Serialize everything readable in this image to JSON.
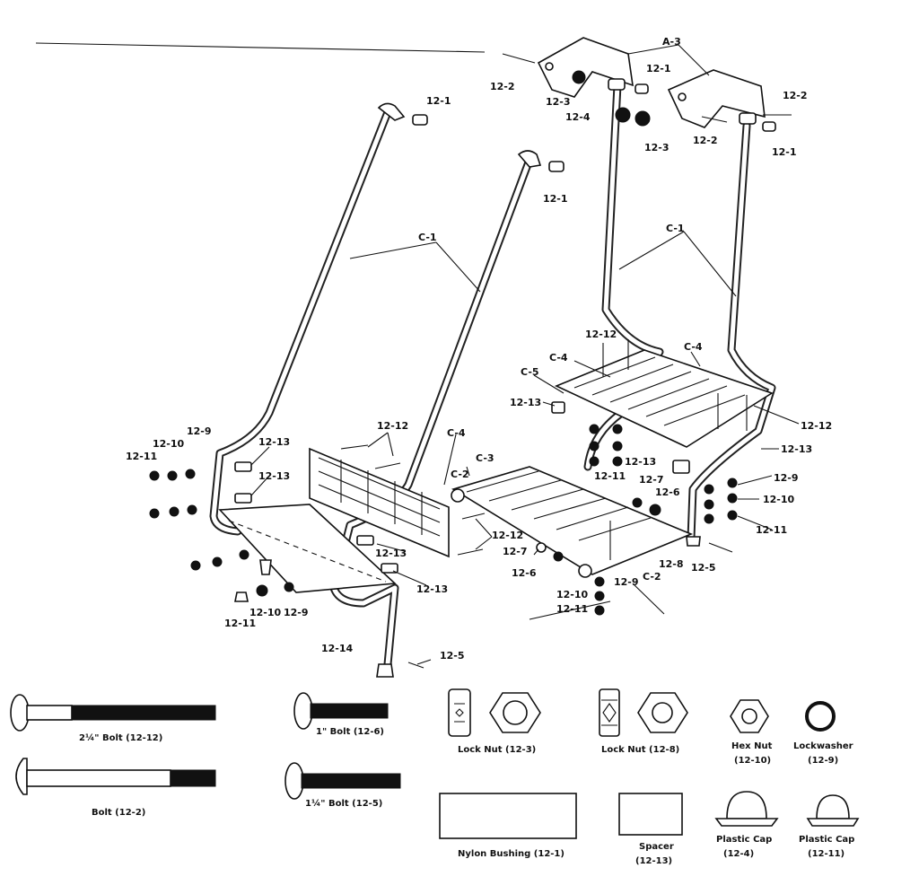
{
  "labels": {
    "a3": "A-3",
    "p12_1": "12-1",
    "p12_2": "12-2",
    "p12_3": "12-3",
    "p12_4": "12-4",
    "p12_5": "12-5",
    "p12_6": "12-6",
    "p12_7": "12-7",
    "p12_8": "12-8",
    "p12_9": "12-9",
    "p12_10": "12-10",
    "p12_11": "12-11",
    "p12_12": "12-12",
    "p12_13": "12-13",
    "p12_14": "12-14",
    "c1": "C-1",
    "c2": "C-2",
    "c3": "C-3",
    "c4": "C-4",
    "c5": "C-5"
  },
  "legend": {
    "bolt_2_25": "2¼\" Bolt (12-12)",
    "bolt": "Bolt (12-2)",
    "bolt_1": "1\" Bolt (12-6)",
    "bolt_1_25": "1¼\" Bolt (12-5)",
    "lock_nut_3": "Lock Nut (12-3)",
    "lock_nut_8": "Lock Nut (12-8)",
    "hex_nut": "Hex Nut",
    "hex_nut_code": "(12-10)",
    "lockwasher": "Lockwasher",
    "lockwasher_code": "(12-9)",
    "nylon_bushing": "Nylon Bushing (12-1)",
    "spacer": "Spacer",
    "spacer_code": "(12-13)",
    "plastic_cap": "Plastic Cap",
    "plastic_cap_code_4": "(12-4)",
    "plastic_cap_code_11": "(12-11)"
  }
}
